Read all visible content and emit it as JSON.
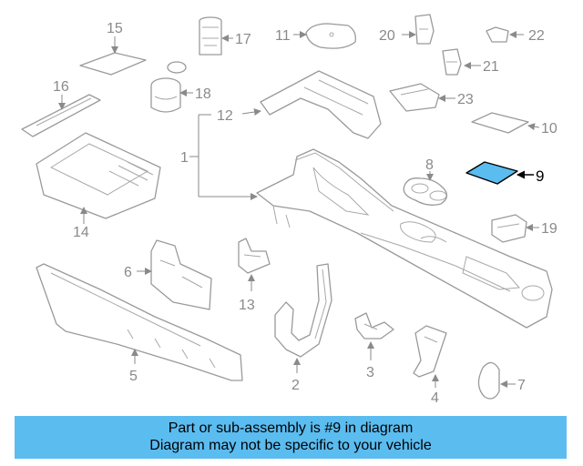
{
  "callouts": {
    "c1": "1",
    "c2": "2",
    "c3": "3",
    "c4": "4",
    "c5": "5",
    "c6": "6",
    "c7": "7",
    "c8": "8",
    "c9": "9",
    "c10": "10",
    "c11": "11",
    "c12": "12",
    "c13": "13",
    "c14": "14",
    "c15": "15",
    "c16": "16",
    "c17": "17",
    "c18": "18",
    "c19": "19",
    "c20": "20",
    "c21": "21",
    "c22": "22",
    "c23": "23"
  },
  "highlight": {
    "part": "9",
    "color": "#5bbcf0"
  },
  "banner": {
    "line1": "Part or sub-assembly is #9 in diagram",
    "line2": "Diagram may not be specific to your vehicle",
    "background": "#5bbcf0"
  }
}
